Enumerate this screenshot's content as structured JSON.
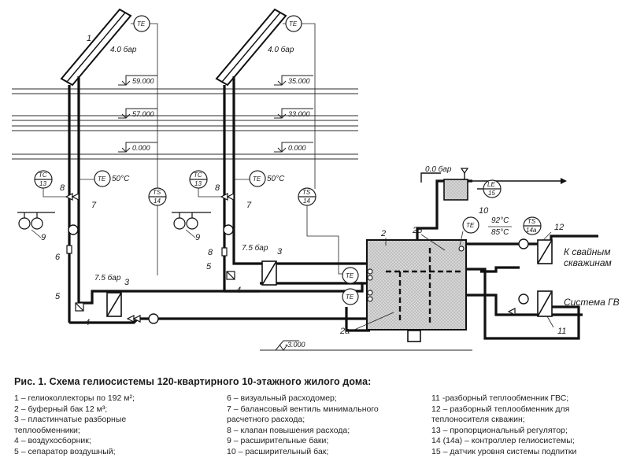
{
  "caption": "Рис. 1. Схема гелиосистемы 120-квартирного 10-этажного жилого дома:",
  "legend": {
    "col1": [
      "1 – гелиоколлекторы по 192 м²;",
      "2 – буферный бак 12 м³;",
      "3 – пластинчатые разборные",
      "теплообменники;",
      "4 – воздухосборник;",
      "5 – сепаратор воздушный;"
    ],
    "col2": [
      "6 – визуальный расходомер;",
      "7 – балансовый вентиль минимального",
      "расчетного расхода;",
      "8 – клапан повышения расхода;",
      "9 – расширительные баки;",
      "10 – расширительный бак;"
    ],
    "col3": [
      "11 -разборный теплообменник ГВС;",
      "12 – разборный теплообменник для",
      "теплоносителя скважин;",
      "13 – пропорциональный регулятор;",
      "14 (14а) – контроллер гелиосистемы;",
      "15 – датчик уровня системы подпитки"
    ]
  },
  "diagram": {
    "levels": {
      "l59": "59.000",
      "l57": "57.000",
      "l0a": "0.000",
      "l35": "35.000",
      "l33": "33.000",
      "l0b": "0.000",
      "lm3": "-3.000"
    },
    "pressures": {
      "p40a": "4.0 бар",
      "p40b": "4.0 бар",
      "p75a": "7.5 бар",
      "p75b": "7.5 бар",
      "p00": "0.0 бар"
    },
    "instruments": {
      "te": "TE",
      "tc": "TC",
      "ts": "TS",
      "le": "LE",
      "n13": "13",
      "n14": "14",
      "n14a": "14а",
      "n15": "15"
    },
    "temps": {
      "t50": "50°C",
      "t92": "92°C",
      "t85": "85°C"
    },
    "labels": {
      "n1": "1",
      "n2": "2",
      "n2a": "2а",
      "n25": "25",
      "n3": "3",
      "n4": "4",
      "n5": "5",
      "n6": "6",
      "n7": "7",
      "n8": "8",
      "n9": "9",
      "n10": "10",
      "n11": "11",
      "n12": "12"
    },
    "wells": [
      "К свайным",
      "скважинам"
    ],
    "gv": "Система ГВ"
  }
}
